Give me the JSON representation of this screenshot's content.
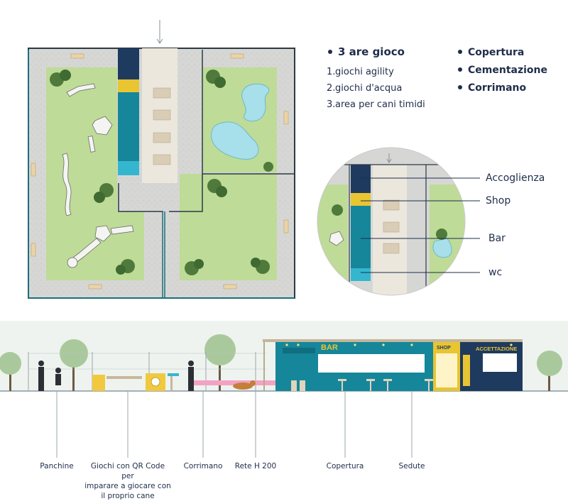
{
  "legend": {
    "title": "3 are gioco",
    "items": [
      {
        "num": "1.",
        "label": "giochi agility"
      },
      {
        "num": "2.",
        "label": "giochi d'acqua"
      },
      {
        "num": "3.",
        "label": "area per cani timidi"
      }
    ]
  },
  "features": [
    "Copertura",
    "Cementazione",
    "Corrimano"
  ],
  "callouts": {
    "accoglienza": "Accoglienza",
    "shop": "Shop",
    "bar": "Bar",
    "wc": "wc"
  },
  "section_signs": {
    "bar": "BAR",
    "shop": "SHOP",
    "accettazione": "ACCETTAZIONE"
  },
  "bottom_labels": {
    "panchine": "Panchine",
    "giochi_line1": "Giochi con QR Code per",
    "giochi_line2": "imparare a giocare con",
    "giochi_line3": "il proprio cane",
    "corrimano": "Corrimano",
    "rete": "Rete H 200",
    "copertura": "Copertura",
    "sedute": "Sedute"
  },
  "colors": {
    "navy": "#1f3a5f",
    "yellow": "#e8c531",
    "teal": "#16869a",
    "cyan": "#35b6cf",
    "grass": "#bfdc9a",
    "path": "#cfd0ce",
    "water": "#a7dfea"
  }
}
